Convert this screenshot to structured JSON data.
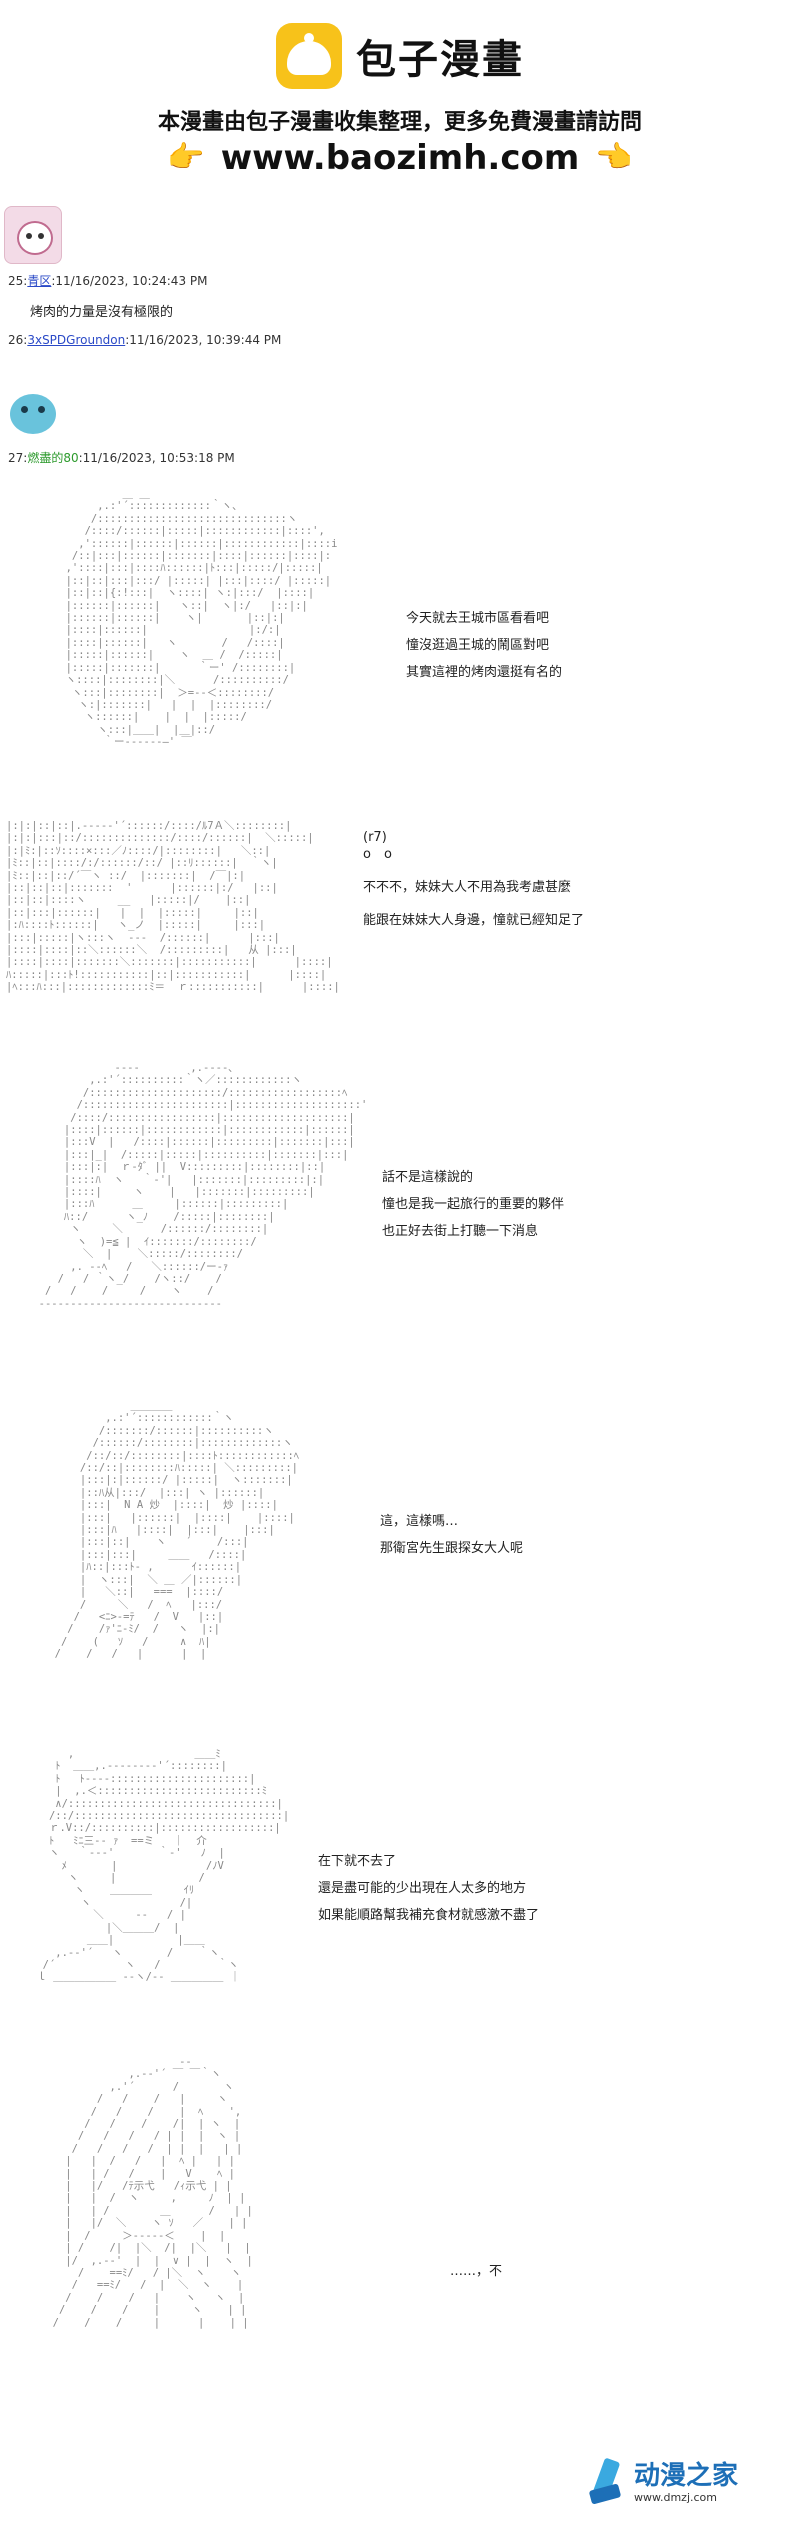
{
  "header": {
    "logo_title": "包子漫畫",
    "tagline": "本漫畫由包子漫畫收集整理，更多免費漫畫請訪問",
    "url": "www.baozimh.com",
    "hand_left": "👉",
    "hand_right": "👈"
  },
  "posts": [
    {
      "number": "25",
      "user": "青区",
      "timestamp": "11/16/2023, 10:24:43 PM",
      "body": "烤肉的力量是沒有極限的"
    },
    {
      "number": "26",
      "user": "3xSPDGroundon",
      "timestamp": "11/16/2023, 10:39:44 PM",
      "body": ""
    },
    {
      "number": "27",
      "user": "燃盡的80",
      "timestamp": "11/16/2023, 10:53:18 PM",
      "body": ""
    }
  ],
  "separator": ":",
  "dialogs": [
    [
      "今天就去王城市區看看吧",
      "憧沒逛過王城的鬧區對吧",
      "其實這裡的烤肉還挺有名的"
    ],
    [
      "(r7)",
      "o　o",
      "不不不，妹妹大人不用為我考慮甚麼",
      "能跟在妹妹大人身邊，憧就已經知足了"
    ],
    [
      "話不是這樣說的",
      "憧也是我一起旅行的重要的夥伴",
      "也正好去街上打聽一下消息"
    ],
    [
      "這，這樣嗎…",
      "那衛宮先生跟探女大人呢"
    ],
    [
      "在下就不去了",
      "還是盡可能的少出現在人太多的地方",
      "如果能順路幫我補充食材就感激不盡了"
    ],
    [
      "……，不"
    ]
  ],
  "watermark": {
    "title": "动漫之家",
    "url": "www.dmzj.com"
  }
}
